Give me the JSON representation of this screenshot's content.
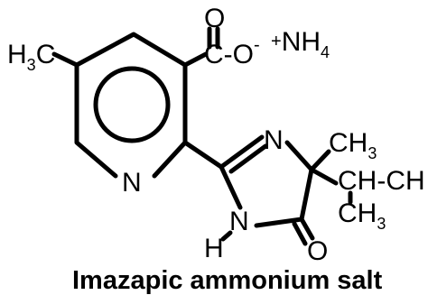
{
  "molecule": {
    "methyl_left": {
      "main": "H",
      "sub": "3",
      "tail": "C"
    },
    "carbonyl_o": "O",
    "carboxyl": {
      "c": "C",
      "dash": "-",
      "o": "O",
      "charge": "-"
    },
    "ammonium": {
      "plus": "+",
      "nh": "NH",
      "sub": "4"
    },
    "ring_n_pyridine": "N",
    "ring_n_imidazole": "N",
    "methyl_top": {
      "c": "C",
      "h": "H",
      "sub": "3"
    },
    "isopropyl": {
      "ch": "CH",
      "dash": "-",
      "tail": "CH"
    },
    "methyl_bottom": {
      "c": "C",
      "h": "H",
      "sub": "3"
    },
    "nh_n": "N",
    "nh_h": "H",
    "keto_o": "O"
  },
  "caption": "Imazapic ammonium salt"
}
